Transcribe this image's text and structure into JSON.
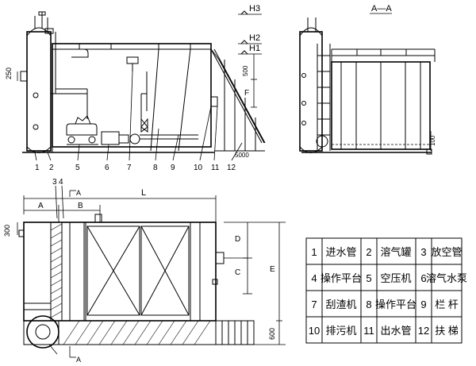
{
  "section_label": "A—A",
  "elevation_marks": {
    "h3": "H3",
    "h2": "H2",
    "h1": "H1",
    "f": "F"
  },
  "front_dims": {
    "d250": "250",
    "d500": "500",
    "d5000": "5000"
  },
  "front_callouts": [
    "1",
    "2",
    "5",
    "6",
    "7",
    "8",
    "9",
    "10",
    "11",
    "12"
  ],
  "side_dims": {
    "d100": "100"
  },
  "plan_dims": {
    "a": "A",
    "b": "B",
    "l": "L",
    "c": "C",
    "d": "D",
    "e": "E",
    "d300": "300",
    "d600": "600",
    "sec_top": "A",
    "sec_bottom": "A",
    "callout_3": "3",
    "callout_4": "4"
  },
  "legend": [
    {
      "no": "1",
      "name": "进水管"
    },
    {
      "no": "2",
      "name": "溶气罐"
    },
    {
      "no": "3",
      "name": "放空管"
    },
    {
      "no": "4",
      "name": "操作平台"
    },
    {
      "no": "5",
      "name": "空压机"
    },
    {
      "no": "6",
      "name": "溶气水泵"
    },
    {
      "no": "7",
      "name": "刮渣机"
    },
    {
      "no": "8",
      "name": "操作平台"
    },
    {
      "no": "9",
      "name": "栏 杆"
    },
    {
      "no": "10",
      "name": "排污机"
    },
    {
      "no": "11",
      "name": "出水管"
    },
    {
      "no": "12",
      "name": "扶 梯"
    }
  ]
}
